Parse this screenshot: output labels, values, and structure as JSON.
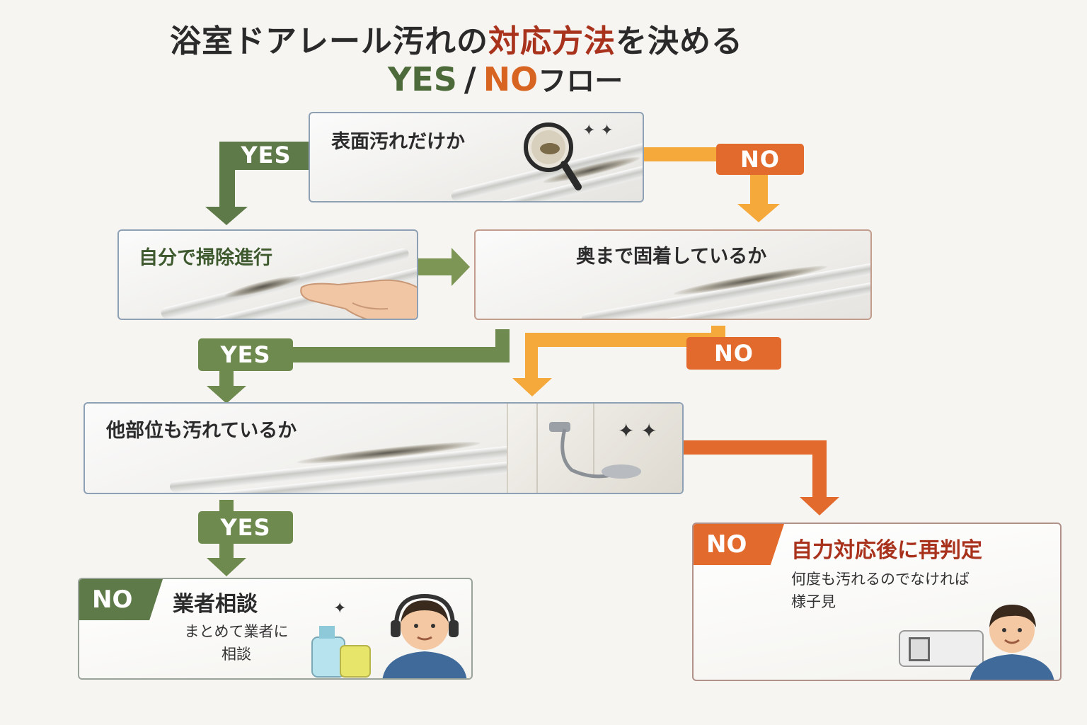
{
  "title": {
    "line1_part1": "浴室ドアレール汚れの",
    "line1_part2": "対応方法",
    "line1_part3": "を決める",
    "line2_yes": "YES",
    "line2_slash": "/",
    "line2_no": "NO",
    "line2_rest": "フロー"
  },
  "nodes": {
    "q1": "表面汚れだけか",
    "self_clean": "自分で掃除進行",
    "q2": "奥まで固着しているか",
    "q3": "他部位も汚れているか"
  },
  "tags": {
    "q1_yes": "YES",
    "q1_no": "NO",
    "q2_yes": "YES",
    "q2_no": "NO",
    "q3_yes": "YES"
  },
  "results": {
    "left": {
      "badge": "NO",
      "title": "業者相談",
      "body_line1": "まとめて業者に",
      "body_line2": "相談"
    },
    "right": {
      "badge": "NO",
      "title": "自力対応後に再判定",
      "body_line1": "何度も汚れるのでなければ",
      "body_line2": "様子見"
    }
  },
  "colors": {
    "green": "#5f7a49",
    "olive": "#6f8a4e",
    "orange": "#e36a2d",
    "amber": "#f5a93a",
    "title_accent": "#a8321c"
  },
  "icons": {
    "magnifier": "magnifier-icon",
    "finger": "pointing-finger-icon",
    "sparkle": "sparkle-icon",
    "faucet": "shower-faucet-icon",
    "spray": "spray-bottle-icon",
    "headset_person": "headset-operator-icon",
    "person": "person-icon"
  }
}
